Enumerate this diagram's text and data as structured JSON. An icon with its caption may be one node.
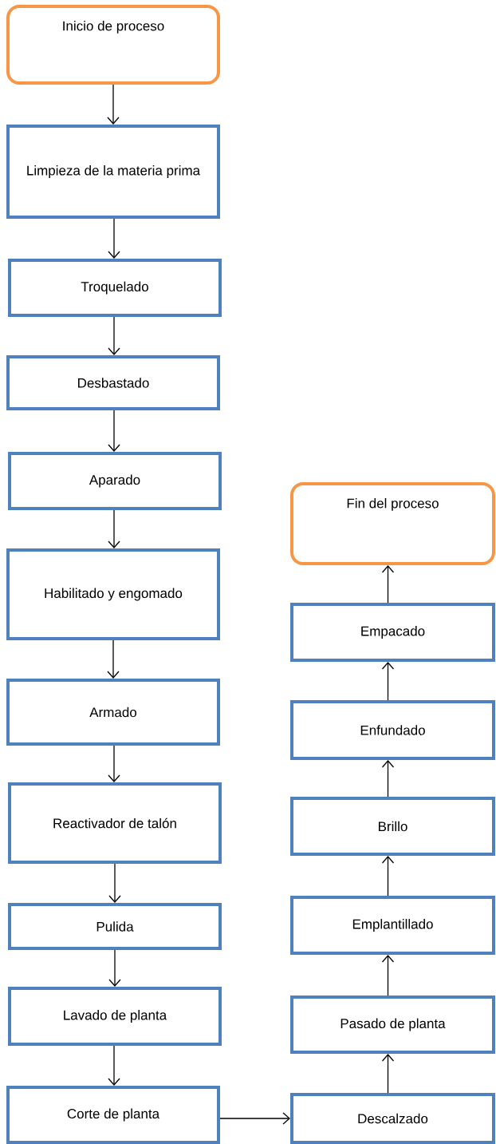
{
  "diagram": {
    "nodes": [
      {
        "text": [
          "Inicio de proceso"
        ]
      },
      {
        "text": [
          "Limpieza de la materia prima"
        ]
      },
      {
        "text": [
          "Troquelado"
        ]
      },
      {
        "text": [
          "Desbastado"
        ]
      },
      {
        "text": [
          "Aparado"
        ]
      },
      {
        "text": [
          "Habilitado y engomado"
        ]
      },
      {
        "text": [
          "Armado"
        ]
      },
      {
        "text": [
          "Reactivador de talón"
        ]
      },
      {
        "text": [
          "Pulida"
        ]
      },
      {
        "text": [
          "Lavado de planta"
        ]
      },
      {
        "text": [
          "Corte de planta"
        ]
      },
      {
        "text": [
          "Descalzado"
        ]
      },
      {
        "text": [
          "Pasado de planta"
        ]
      },
      {
        "text": [
          "Emplantillado"
        ]
      },
      {
        "text": [
          "Brillo"
        ]
      },
      {
        "text": [
          "Enfundado"
        ]
      },
      {
        "text": [
          "Empacado"
        ]
      },
      {
        "text": [
          "Fin del proceso"
        ]
      }
    ],
    "edges": [
      {
        "from": 0,
        "to": 1,
        "arrow": "to"
      },
      {
        "from": 1,
        "to": 2,
        "arrow": "to"
      },
      {
        "from": 2,
        "to": 3,
        "arrow": "to"
      },
      {
        "from": 3,
        "to": 4,
        "arrow": "to"
      },
      {
        "from": 4,
        "to": 5,
        "arrow": "to"
      },
      {
        "from": 5,
        "to": 6,
        "arrow": "to"
      },
      {
        "from": 6,
        "to": 7,
        "arrow": "to"
      },
      {
        "from": 7,
        "to": 8,
        "arrow": "to"
      },
      {
        "from": 8,
        "to": 9,
        "arrow": "to"
      },
      {
        "from": 9,
        "to": 10,
        "arrow": "to"
      },
      {
        "from": 10,
        "to": 11,
        "arrow": "to"
      },
      {
        "from": 11,
        "to": 12,
        "arrow": "to"
      },
      {
        "from": 12,
        "to": 13,
        "arrow": "to"
      },
      {
        "from": 13,
        "to": 14,
        "arrow": "to"
      },
      {
        "from": 14,
        "to": 15,
        "arrow": "to"
      },
      {
        "from": 15,
        "to": 16,
        "arrow": "to"
      },
      {
        "from": 16,
        "to": 17,
        "arrow": "to"
      }
    ]
  }
}
